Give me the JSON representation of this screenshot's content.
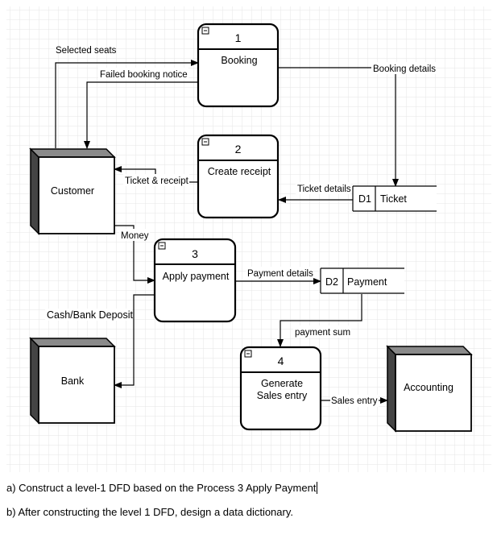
{
  "processes": [
    {
      "number": "1",
      "name": "Booking"
    },
    {
      "number": "2",
      "name": "Create receipt"
    },
    {
      "number": "3",
      "name": "Apply payment"
    },
    {
      "number": "4",
      "name_line1": "Generate",
      "name_line2": "Sales entry"
    }
  ],
  "entities": {
    "customer": "Customer",
    "bank": "Bank",
    "accounting": "Accounting"
  },
  "stores": [
    {
      "id": "D1",
      "name": "Ticket"
    },
    {
      "id": "D2",
      "name": "Payment"
    }
  ],
  "flows": {
    "selected_seats": "Selected seats",
    "failed_booking_notice": "Failed booking notice",
    "booking_details": "Booking details",
    "ticket_receipt": "Ticket & receipt",
    "ticket_details": "Ticket details",
    "money": "Money",
    "payment_details": "Payment details",
    "cash_bank_deposit": "Cash/Bank Deposit",
    "payment_sum": "payment sum",
    "sales_entry": "Sales entry"
  },
  "questions": {
    "a": "a) Construct a level-1 DFD based on the Process 3 Apply Payment",
    "b": "b) After constructing the level 1 DFD, design a data dictionary."
  }
}
